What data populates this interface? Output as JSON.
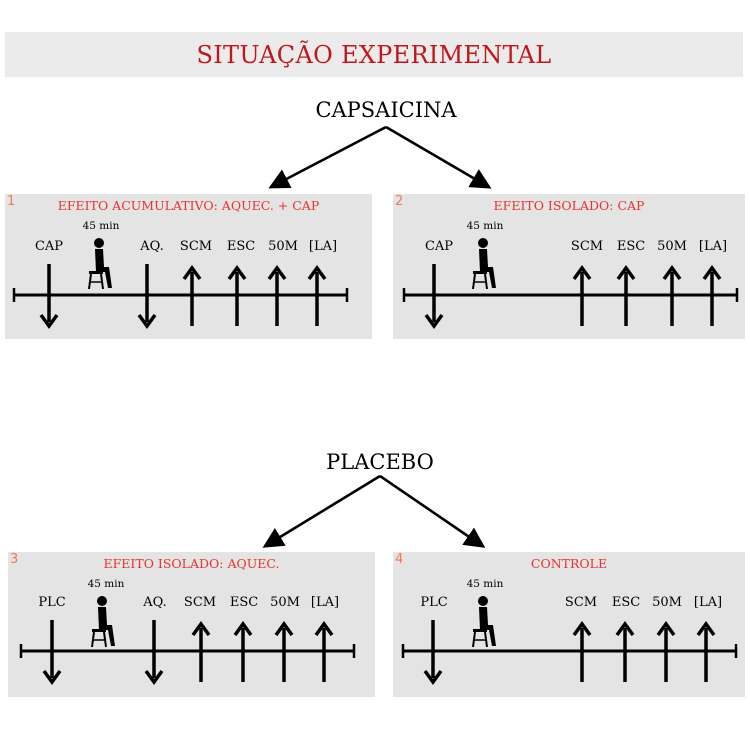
{
  "title": "SITUAÇÃO EXPERIMENTAL",
  "colors": {
    "title": "#c0171d",
    "panel_title": "#e8342c",
    "panel_number": "#f07a55",
    "panel_bg": "#e4e4e4",
    "title_bg": "#ebebeb"
  },
  "groups": [
    {
      "heading": "CAPSAICINA"
    },
    {
      "heading": "PLACEBO"
    }
  ],
  "panels": [
    {
      "number": "1",
      "title": "EFEITO ACUMULATIVO: AQUEC. + CAP",
      "first": "CAP",
      "wait": "45 min",
      "warmup": "AQ.",
      "measures": [
        "SCM",
        "ESC",
        "50M",
        "[LA]"
      ]
    },
    {
      "number": "2",
      "title": "EFEITO ISOLADO: CAP",
      "first": "CAP",
      "wait": "45 min",
      "measures": [
        "SCM",
        "ESC",
        "50M",
        "[LA]"
      ]
    },
    {
      "number": "3",
      "title": "EFEITO ISOLADO: AQUEC.",
      "first": "PLC",
      "wait": "45 min",
      "warmup": "AQ.",
      "measures": [
        "SCM",
        "ESC",
        "50M",
        "[LA]"
      ]
    },
    {
      "number": "4",
      "title": "CONTROLE",
      "first": "PLC",
      "wait": "45 min",
      "measures": [
        "SCM",
        "ESC",
        "50M",
        "[LA]"
      ]
    }
  ],
  "icons": {
    "person": "seated-person-icon",
    "down_arrow": "arrow-down-icon",
    "up_arrow": "arrow-up-icon"
  }
}
